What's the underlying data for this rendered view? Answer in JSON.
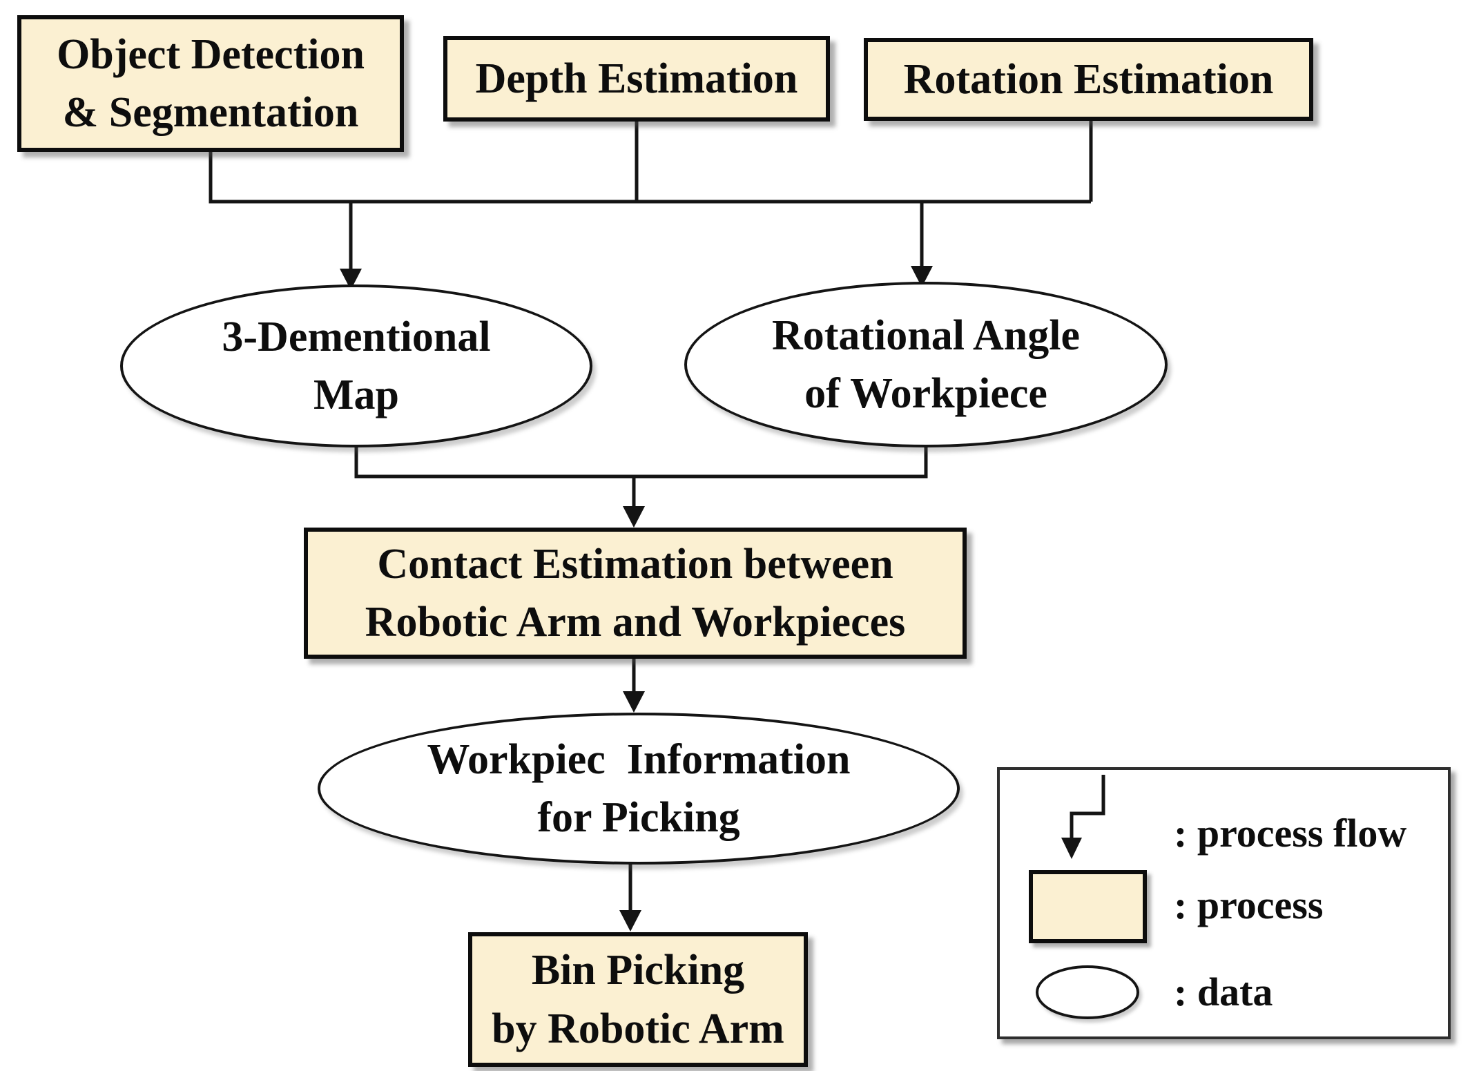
{
  "figure": {
    "type": "flowchart",
    "nodes": {
      "object_detection": {
        "shape": "process",
        "lines": [
          "Object Detection",
          "& Segmentation"
        ]
      },
      "depth_estimation": {
        "shape": "process",
        "lines": [
          "Depth Estimation"
        ]
      },
      "rotation_estimation": {
        "shape": "process",
        "lines": [
          "Rotation Estimation"
        ]
      },
      "three_d_map": {
        "shape": "data",
        "lines": [
          "3-Dementional",
          "Map"
        ]
      },
      "rotational_angle": {
        "shape": "data",
        "lines": [
          "Rotational Angle",
          "of Workpiece"
        ]
      },
      "contact_estimation": {
        "shape": "process",
        "lines": [
          "Contact Estimation between",
          "Robotic Arm and Workpieces"
        ]
      },
      "workpiece_info": {
        "shape": "data",
        "lines": [
          "Workpiec  Information",
          "for Picking"
        ]
      },
      "bin_picking": {
        "shape": "process",
        "lines": [
          "Bin Picking",
          "by Robotic Arm"
        ]
      }
    },
    "edges": [
      {
        "from": [
          "object_detection",
          "depth_estimation",
          "rotation_estimation"
        ],
        "to": [
          "three_d_map",
          "rotational_angle"
        ]
      },
      {
        "from": [
          "three_d_map",
          "rotational_angle"
        ],
        "to": [
          "contact_estimation"
        ]
      },
      {
        "from": [
          "contact_estimation"
        ],
        "to": [
          "workpiece_info"
        ]
      },
      {
        "from": [
          "workpiece_info"
        ],
        "to": [
          "bin_picking"
        ]
      }
    ],
    "legend": {
      "items": [
        {
          "icon": "process-flow-arrow-icon",
          "label": ": process flow"
        },
        {
          "icon": "process-box-icon",
          "label": ": process"
        },
        {
          "icon": "data-ellipse-icon",
          "label": ": data"
        }
      ]
    },
    "colors": {
      "process_fill": "#FBF0D2",
      "data_fill": "#FFFFFF",
      "node_border": "#0D0D0D",
      "connector": "#141414",
      "background": "#FFFFFF"
    }
  }
}
